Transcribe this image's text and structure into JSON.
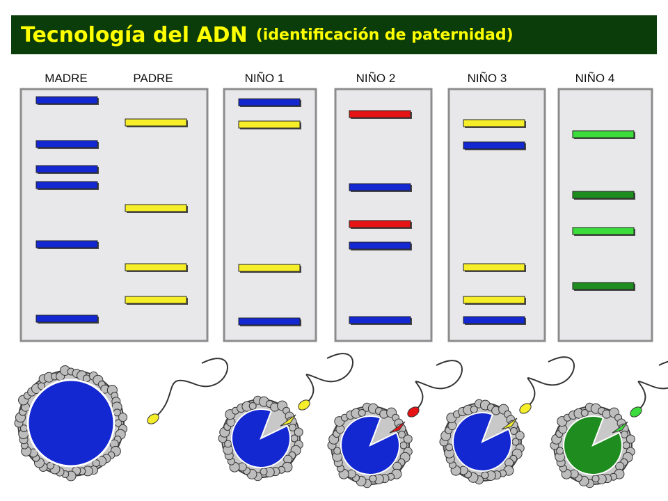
{
  "title": {
    "main": "Tecnología del ADN",
    "sub": "(identificación de paternidad)"
  },
  "colors": {
    "title_background": "#0a3d0a",
    "title_text": "#ffff00",
    "mother": "#1428d2",
    "father": "#f5ee28",
    "other_father": "#e61414",
    "unrelated_light": "#3cdc3c",
    "unrelated_dark": "#1e8c1e",
    "gel": "#e8e8ea",
    "gel_border": "#8c8c8c"
  },
  "lanes": [
    {
      "label": "MADRE",
      "bands": [
        "mother",
        "mother",
        "mother",
        "mother",
        "mother",
        "mother"
      ]
    },
    {
      "label": "PADRE",
      "bands": [
        "father",
        "father",
        "father",
        "father"
      ]
    },
    {
      "label": "NIÑO 1",
      "bands": [
        "mother",
        "father",
        "father",
        "mother"
      ]
    },
    {
      "label": "NIÑO 2",
      "bands": [
        "other_father",
        "mother",
        "other_father",
        "mother",
        "mother"
      ]
    },
    {
      "label": "NIÑO 3",
      "bands": [
        "father",
        "mother",
        "father",
        "father",
        "mother"
      ]
    },
    {
      "label": "NIÑO 4",
      "bands": [
        "unrelated_light",
        "unrelated_dark",
        "unrelated_light",
        "unrelated_dark"
      ]
    }
  ],
  "cells": [
    {
      "type": "egg",
      "nucleus": "mother"
    },
    {
      "type": "sperm",
      "color": "father"
    },
    {
      "type": "fertilized-egg",
      "nucleus": "mother",
      "sperm": "father"
    },
    {
      "type": "fertilized-egg",
      "nucleus": "mother",
      "sperm": "other_father"
    },
    {
      "type": "fertilized-egg",
      "nucleus": "mother",
      "sperm": "father"
    },
    {
      "type": "fertilized-egg",
      "nucleus": "unrelated_dark",
      "sperm": "unrelated_light"
    }
  ]
}
